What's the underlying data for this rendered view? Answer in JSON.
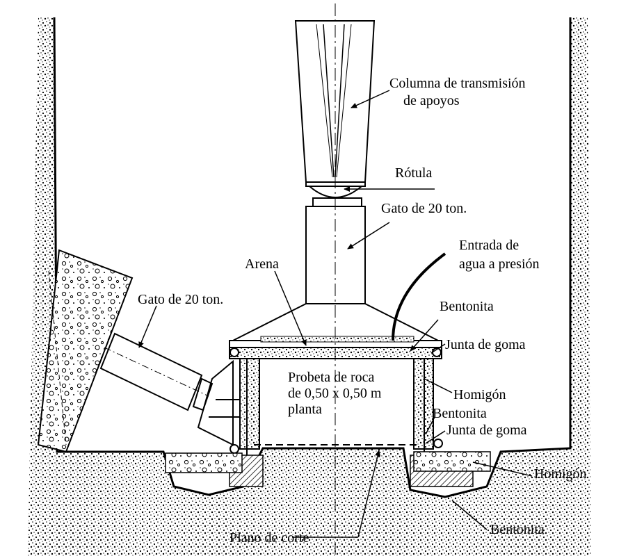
{
  "labels": {
    "columna_1": "Columna de transmisión",
    "columna_2": "de apoyos",
    "rotula": "Rótula",
    "gato_vertical": "Gato de 20 ton.",
    "entrada_1": "Entrada de",
    "entrada_2": "agua a presión",
    "arena": "Arena",
    "gato_inclinado": "Gato de 20 ton.",
    "bentonita_1": "Bentonita",
    "junta_goma_1": "Junta de goma",
    "probeta_1": "Probeta de roca",
    "probeta_2": "de 0,50 x 0,50 m",
    "probeta_3": "planta",
    "hormigon_1": "Homigón",
    "bentonita_2": "Bentonita",
    "junta_goma_2": "Junta de goma",
    "hormigon_2": "Homigón",
    "bentonita_3": "Bentonita",
    "plano_corte": "Plano de corte"
  }
}
